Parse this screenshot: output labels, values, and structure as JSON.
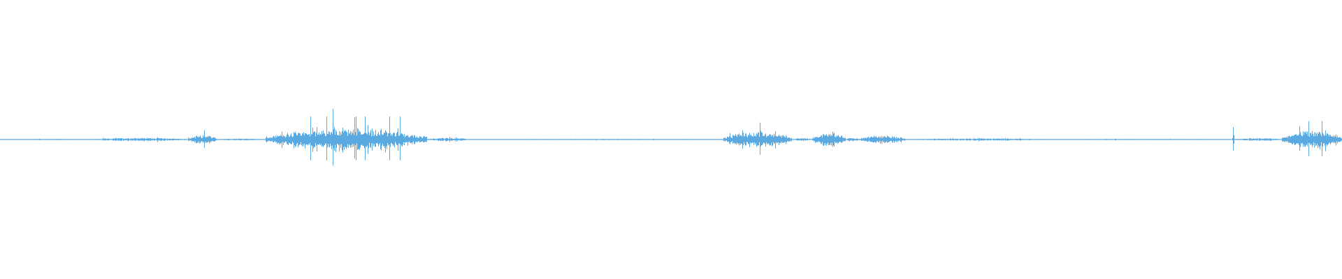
{
  "waveform": {
    "color": "#5aa9e0",
    "background": "#ffffff",
    "segments": [
      {
        "start": 0.0,
        "end": 0.07,
        "amp": 0.004,
        "spikes": []
      },
      {
        "start": 0.07,
        "end": 0.14,
        "amp": 0.012,
        "spikes": []
      },
      {
        "start": 0.14,
        "end": 0.162,
        "amp": 0.03,
        "spikes": [
          0.152
        ]
      },
      {
        "start": 0.162,
        "end": 0.198,
        "amp": 0.006,
        "spikes": []
      },
      {
        "start": 0.198,
        "end": 0.318,
        "amp": 0.075,
        "spikes": [
          0.231,
          0.243,
          0.248,
          0.265,
          0.272,
          0.29,
          0.298
        ]
      },
      {
        "start": 0.318,
        "end": 0.35,
        "amp": 0.012,
        "spikes": []
      },
      {
        "start": 0.35,
        "end": 0.539,
        "amp": 0.004,
        "spikes": []
      },
      {
        "start": 0.539,
        "end": 0.59,
        "amp": 0.055,
        "spikes": [
          0.566
        ]
      },
      {
        "start": 0.59,
        "end": 0.605,
        "amp": 0.01,
        "spikes": []
      },
      {
        "start": 0.605,
        "end": 0.63,
        "amp": 0.05,
        "spikes": []
      },
      {
        "start": 0.63,
        "end": 0.64,
        "amp": 0.012,
        "spikes": []
      },
      {
        "start": 0.64,
        "end": 0.675,
        "amp": 0.028,
        "spikes": []
      },
      {
        "start": 0.675,
        "end": 0.78,
        "amp": 0.008,
        "spikes": []
      },
      {
        "start": 0.78,
        "end": 0.918,
        "amp": 0.004,
        "spikes": []
      },
      {
        "start": 0.918,
        "end": 0.92,
        "amp": 0.04,
        "spikes": [
          0.919
        ]
      },
      {
        "start": 0.92,
        "end": 0.955,
        "amp": 0.01,
        "spikes": []
      },
      {
        "start": 0.955,
        "end": 1.0,
        "amp": 0.06,
        "spikes": [
          0.975,
          0.985
        ]
      }
    ],
    "peak_spikes": [
      {
        "pos": 0.248,
        "amp": 0.22
      },
      {
        "pos": 0.264,
        "amp": 0.16
      },
      {
        "pos": 0.243,
        "amp": 0.13
      }
    ]
  }
}
